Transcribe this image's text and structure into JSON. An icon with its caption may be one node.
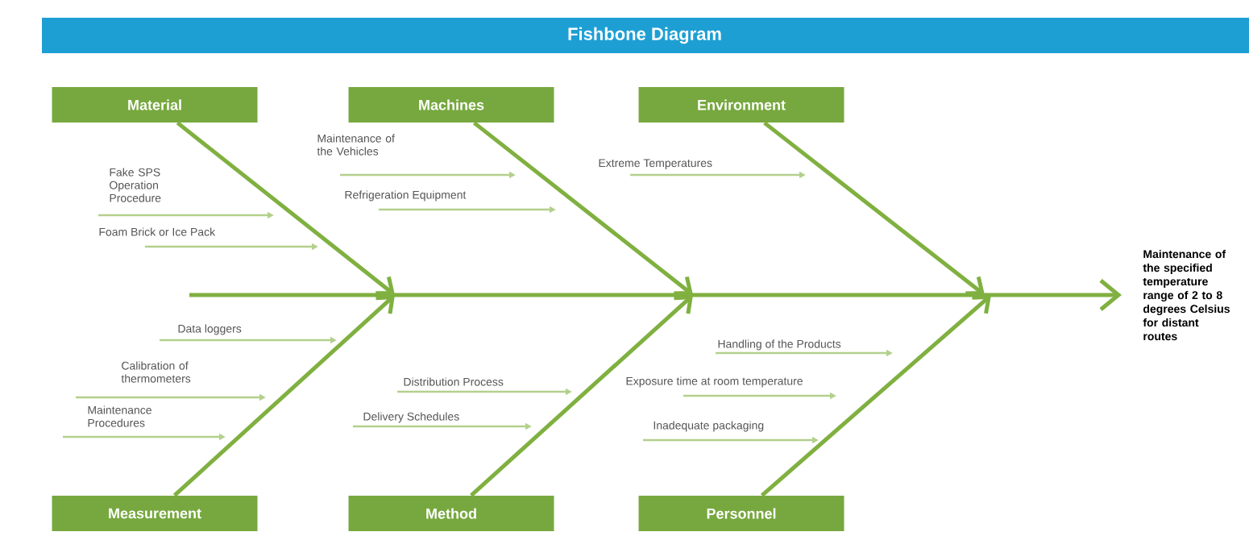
{
  "diagram": {
    "title": "Fishbone Diagram",
    "nodes": [
      {
        "text": [
          "Material"
        ]
      },
      {
        "text": [
          "Machines"
        ]
      },
      {
        "text": [
          "Environment"
        ]
      },
      {
        "text": [
          "Fake SPS Operation Procedure"
        ]
      },
      {
        "text": [
          "Foam Brick or Ice Pack"
        ]
      },
      {
        "text": [
          "Maintenance of the Vehicles"
        ]
      },
      {
        "text": [
          "Refrigeration Equipment"
        ]
      },
      {
        "text": [
          "Extreme Temperatures"
        ]
      },
      {
        "text": [
          "Maintenance of the specified temperature range of 2 to 8 degrees Celsius for distant routes"
        ]
      },
      {
        "text": [
          "Data loggers"
        ]
      },
      {
        "text": [
          "Calibration of thermometers"
        ]
      },
      {
        "text": [
          "Maintenance Procedures"
        ]
      },
      {
        "text": [
          "Distribution Process"
        ]
      },
      {
        "text": [
          "Delivery Schedules"
        ]
      },
      {
        "text": [
          "Handling of the Products"
        ]
      },
      {
        "text": [
          "Exposure time at room temperature"
        ]
      },
      {
        "text": [
          "Inadequate packaging"
        ]
      },
      {
        "text": [
          "Measurement"
        ]
      },
      {
        "text": [
          "Method"
        ]
      },
      {
        "text": [
          "Personnel"
        ]
      }
    ],
    "edges": [
      {
        "from": null,
        "to": 8,
        "arrow": "to",
        "style": "thick",
        "color": "#80b040"
      },
      {
        "from": 0,
        "to": null,
        "arrow": "to",
        "style": "thick",
        "color": "#80b040"
      },
      {
        "from": 1,
        "to": null,
        "arrow": "to",
        "style": "thick",
        "color": "#80b040"
      },
      {
        "from": 2,
        "to": null,
        "arrow": "to",
        "style": "thick",
        "color": "#80b040"
      },
      {
        "from": 17,
        "to": null,
        "arrow": "to",
        "style": "thick",
        "color": "#80b040"
      },
      {
        "from": 18,
        "to": null,
        "arrow": "to",
        "style": "thick",
        "color": "#80b040"
      },
      {
        "from": 19,
        "to": null,
        "arrow": "to",
        "style": "thick",
        "color": "#80b040"
      },
      {
        "from": 3,
        "to": null,
        "arrow": "to"
      },
      {
        "from": 4,
        "to": null,
        "arrow": "to"
      },
      {
        "from": 5,
        "to": null,
        "arrow": "to"
      },
      {
        "from": 6,
        "to": null,
        "arrow": "to"
      },
      {
        "from": 7,
        "to": null,
        "arrow": "to"
      },
      {
        "from": 9,
        "to": null,
        "arrow": "to"
      },
      {
        "from": 10,
        "to": null,
        "arrow": "to"
      },
      {
        "from": 11,
        "to": null,
        "arrow": "to"
      },
      {
        "from": 12,
        "to": null,
        "arrow": "to"
      },
      {
        "from": 13,
        "to": null,
        "arrow": "to"
      },
      {
        "from": 14,
        "to": null,
        "arrow": "to"
      },
      {
        "from": 15,
        "to": null,
        "arrow": "to"
      },
      {
        "from": 16,
        "to": null,
        "arrow": "to"
      }
    ]
  }
}
